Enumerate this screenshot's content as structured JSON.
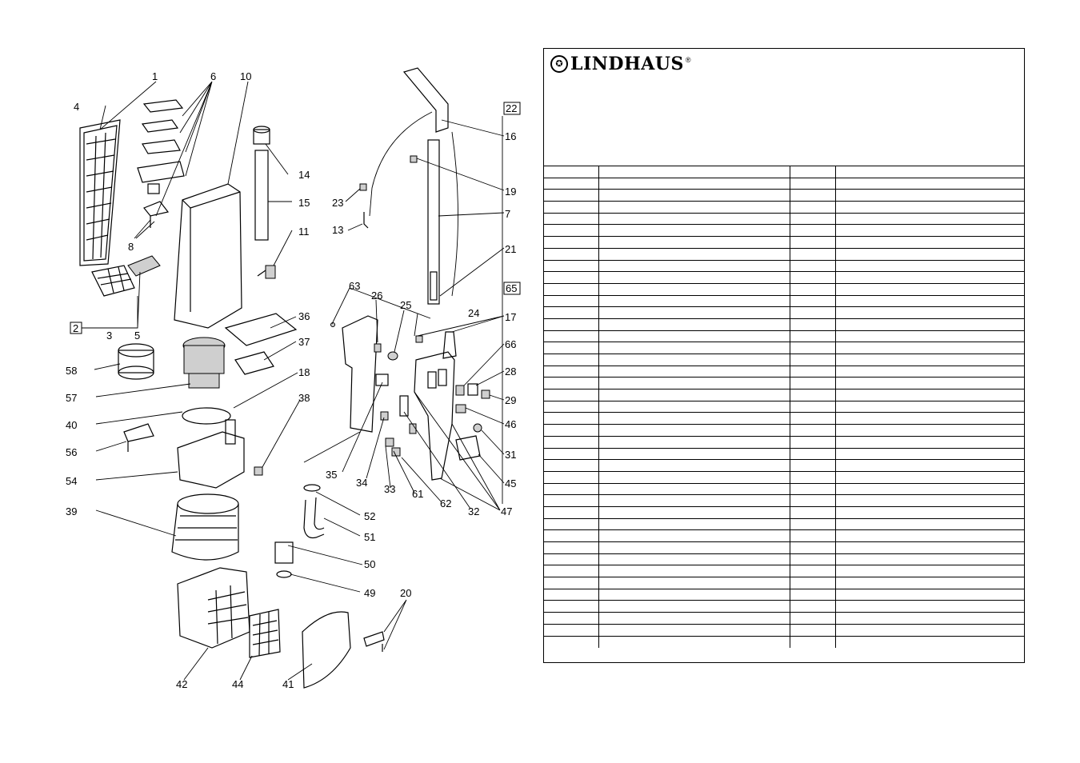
{
  "brand": {
    "name": "LINDHAUS",
    "registered_mark": "®"
  },
  "diagram": {
    "callouts": [
      "1",
      "4",
      "6",
      "10",
      "14",
      "15",
      "11",
      "8",
      "2",
      "3",
      "5",
      "36",
      "37",
      "58",
      "57",
      "40",
      "18",
      "38",
      "56",
      "54",
      "39",
      "52",
      "51",
      "50",
      "49",
      "42",
      "44",
      "41",
      "20",
      "23",
      "13",
      "63",
      "26",
      "25",
      "24",
      "17",
      "16",
      "19",
      "7",
      "21",
      "22",
      "65",
      "66",
      "28",
      "29",
      "46",
      "31",
      "45",
      "47",
      "32",
      "62",
      "61",
      "33",
      "34",
      "35"
    ]
  },
  "parts_table": {
    "rows": [
      [
        "",
        "",
        "",
        ""
      ],
      [
        "",
        "",
        "",
        ""
      ],
      [
        "",
        "",
        "",
        ""
      ],
      [
        "",
        "",
        "",
        ""
      ],
      [
        "",
        "",
        "",
        ""
      ],
      [
        "",
        "",
        "",
        ""
      ],
      [
        "",
        "",
        "",
        ""
      ],
      [
        "",
        "",
        "",
        ""
      ],
      [
        "",
        "",
        "",
        ""
      ],
      [
        "",
        "",
        "",
        ""
      ],
      [
        "",
        "",
        "",
        ""
      ],
      [
        "",
        "",
        "",
        ""
      ],
      [
        "",
        "",
        "",
        ""
      ],
      [
        "",
        "",
        "",
        ""
      ],
      [
        "",
        "",
        "",
        ""
      ],
      [
        "",
        "",
        "",
        ""
      ],
      [
        "",
        "",
        "",
        ""
      ],
      [
        "",
        "",
        "",
        ""
      ],
      [
        "",
        "",
        "",
        ""
      ],
      [
        "",
        "",
        "",
        ""
      ],
      [
        "",
        "",
        "",
        ""
      ],
      [
        "",
        "",
        "",
        ""
      ],
      [
        "",
        "",
        "",
        ""
      ],
      [
        "",
        "",
        "",
        ""
      ],
      [
        "",
        "",
        "",
        ""
      ],
      [
        "",
        "",
        "",
        ""
      ],
      [
        "",
        "",
        "",
        ""
      ],
      [
        "",
        "",
        "",
        ""
      ],
      [
        "",
        "",
        "",
        ""
      ],
      [
        "",
        "",
        "",
        ""
      ],
      [
        "",
        "",
        "",
        ""
      ],
      [
        "",
        "",
        "",
        ""
      ],
      [
        "",
        "",
        "",
        ""
      ],
      [
        "",
        "",
        "",
        ""
      ],
      [
        "",
        "",
        "",
        ""
      ],
      [
        "",
        "",
        "",
        ""
      ],
      [
        "",
        "",
        "",
        ""
      ],
      [
        "",
        "",
        "",
        ""
      ],
      [
        "",
        "",
        "",
        ""
      ],
      [
        "",
        "",
        "",
        ""
      ],
      [
        "",
        "",
        "",
        ""
      ]
    ]
  }
}
